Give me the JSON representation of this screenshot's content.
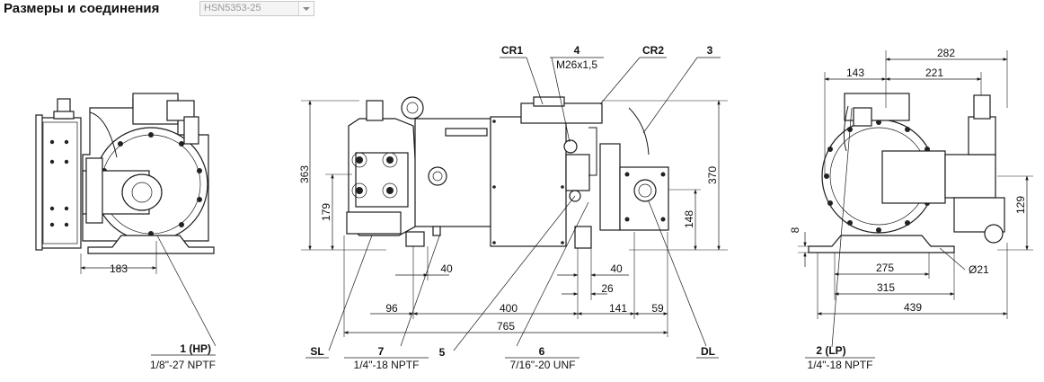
{
  "header": {
    "title": "Размеры и соединения",
    "model_select": {
      "value": "HSN5353-25"
    }
  },
  "connections": {
    "hp": {
      "id": "1 (HP)",
      "spec": "1/8\"-27 NPTF"
    },
    "lp": {
      "id": "2 (LP)",
      "spec": "1/4\"-18 NPTF"
    },
    "c3": {
      "id": "3"
    },
    "c4": {
      "id": "4",
      "spec": "M26x1,5"
    },
    "c5": {
      "id": "5"
    },
    "c6": {
      "id": "6",
      "spec": "7/16\"-20 UNF"
    },
    "c7": {
      "id": "7",
      "spec": "1/4\"-18 NPTF"
    },
    "cr1": {
      "id": "CR1"
    },
    "cr2": {
      "id": "CR2"
    },
    "sl": {
      "id": "SL"
    },
    "dl": {
      "id": "DL"
    }
  },
  "dimensions": {
    "left_view": {
      "width_183": "183"
    },
    "front_view": {
      "h363": "363",
      "h179": "179",
      "h370": "370",
      "h148": "148",
      "d40a": "40",
      "d40b": "40",
      "d26": "26",
      "d96": "96",
      "d400": "400",
      "d141": "141",
      "d59": "59",
      "d765": "765"
    },
    "right_view": {
      "d282": "282",
      "d143": "143",
      "d221": "221",
      "h129": "129",
      "h8": "8",
      "d275": "275",
      "d315": "315",
      "d439": "439",
      "dia21": "Ø21"
    }
  }
}
